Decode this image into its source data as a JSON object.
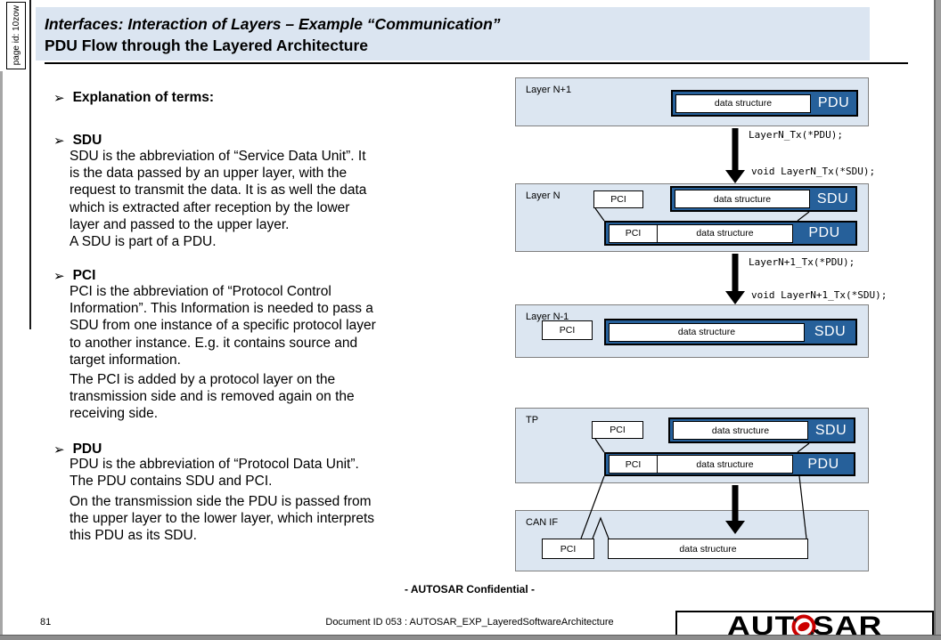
{
  "page_annotation": {
    "label": "page id: 10zow"
  },
  "header": {
    "title_line1": "Interfaces: Interaction of Layers – Example “Communication”",
    "title_line2": "PDU Flow through the Layered Architecture"
  },
  "bullet_glyph": "➢",
  "left_panel": {
    "intro_heading": "Explanation of terms:",
    "terms": [
      {
        "name": "SDU",
        "para1": [
          "SDU is the abbreviation of “Service Data Unit”. It",
          "is the data passed by an upper layer, with the",
          "request to transmit the data. It is as well the data",
          "which is extracted after reception by the lower",
          "layer and passed to the upper layer."
        ],
        "para2": [
          "A SDU is part of a PDU."
        ]
      },
      {
        "name": "PCI",
        "para1": [
          "PCI is the abbreviation of “Protocol Control",
          "Information”. This Information is needed to pass a",
          "SDU from one instance of a specific protocol layer",
          "to another instance. E.g. it contains source and",
          "target information."
        ],
        "para2": [
          "The PCI is added by a protocol layer on the",
          "transmission side and is removed again on the",
          "receiving side."
        ]
      },
      {
        "name": "PDU",
        "para1": [
          "PDU is the abbreviation of “Protocol Data Unit”.",
          "The PDU contains SDU and PCI."
        ],
        "para2": [
          "On the transmission side the PDU is passed from",
          "the upper layer to the lower layer, which interprets",
          "this PDU as its SDU."
        ]
      }
    ]
  },
  "diagram": {
    "layers": [
      {
        "label": "Layer N+1"
      },
      {
        "label": "Layer N"
      },
      {
        "label": "Layer N-1"
      },
      {
        "label": "TP"
      },
      {
        "label": "CAN IF"
      }
    ],
    "box_labels": {
      "pdu": "PDU",
      "sdu": "SDU",
      "pci": "PCI",
      "data_structure": "data structure"
    },
    "arrow_labels": {
      "call1_pdu": "LayerN_Tx(*PDU);",
      "call1_sdu": "void LayerN_Tx(*SDU);",
      "call2_pdu": "LayerN+1_Tx(*PDU);",
      "call2_sdu": "void LayerN+1_Tx(*SDU);"
    },
    "colors": {
      "dark_blue": "#26609a",
      "light_blue": "#dce6f1",
      "header_blue": "#dbe5f1",
      "logo_red": "#cc0000"
    }
  },
  "footer": {
    "confidential": "- AUTOSAR Confidential -",
    "page_number": "81",
    "document_id": "Document ID 053 : AUTOSAR_EXP_LayeredSoftwareArchitecture"
  },
  "logo": {
    "part1": "AUT",
    "part2": "SAR"
  }
}
